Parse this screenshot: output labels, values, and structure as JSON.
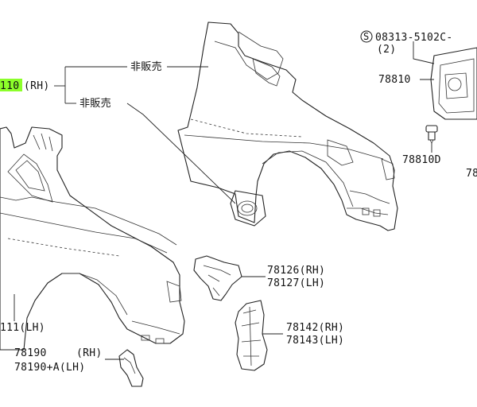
{
  "labels": {
    "part_78110": "110",
    "part_78110_side": "(RH)",
    "not_for_sale_1": "非販売",
    "not_for_sale_2": "非販売",
    "screw": "08313-5102C-",
    "screw_prefix": "S",
    "screw_qty": "(2)",
    "part_78810": "78810",
    "part_78810D": "78810D",
    "part_78_cut": "78",
    "part_78126": "78126(RH)",
    "part_78127": "78127(LH)",
    "part_78142": "78142(RH)",
    "part_78143": "78143(LH)",
    "part_78111": "111(LH)",
    "part_78190": "78190",
    "part_78190_rh": "(RH)",
    "part_78190a": "78190+A(LH)"
  },
  "colors": {
    "highlight": "#8cff2a",
    "line": "#222222"
  }
}
